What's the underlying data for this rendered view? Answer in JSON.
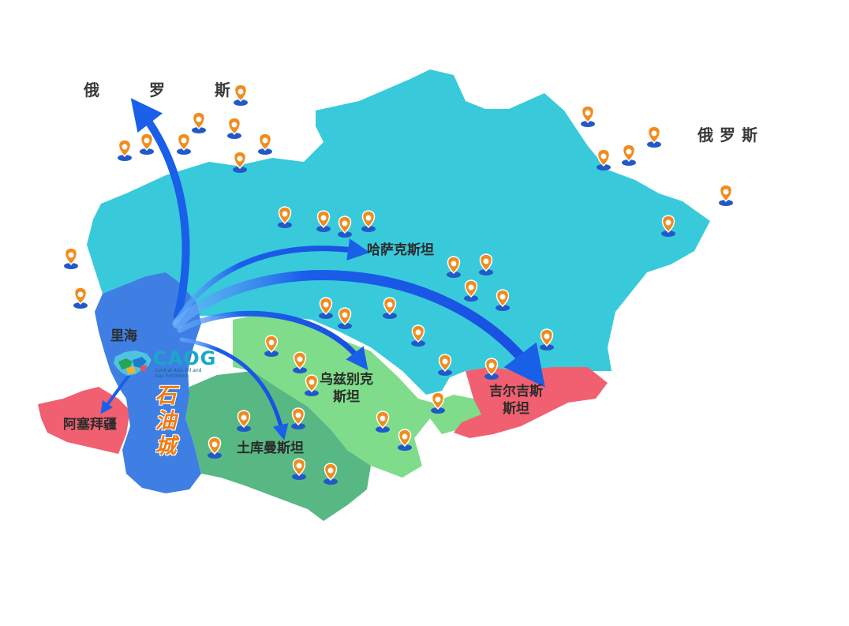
{
  "map": {
    "labels": {
      "russia_north": "俄 罗 斯",
      "russia_east": "俄罗斯",
      "kazakhstan": "哈萨克斯坦",
      "caspian_sea": "里海",
      "uzbekistan_line1": "乌兹别克",
      "uzbekistan_line2": "斯坦",
      "kyrgyzstan_line1": "吉尔吉斯",
      "kyrgyzstan_line2": "斯坦",
      "azerbaijan": "阿塞拜疆",
      "turkmenistan": "土库曼斯坦"
    },
    "logo": {
      "name": "CAOG",
      "subtitle": "Central Asia Oil and Gas Exhibition",
      "slogan": "石油城"
    },
    "colors": {
      "kazakhstan": "#38cadb",
      "caspian": "#3f7fe3",
      "uzbekistan": "#7fdc8a",
      "turkmenistan": "#57b883",
      "kyrgyzstan": "#f06070",
      "azerbaijan": "#f06070",
      "arrow": "#1a5fe8",
      "pin": "#f08c1e",
      "pin_base": "#2259c9"
    },
    "pin_icon": "map-pin-icon",
    "arrow_icon": "route-arrow-icon"
  }
}
